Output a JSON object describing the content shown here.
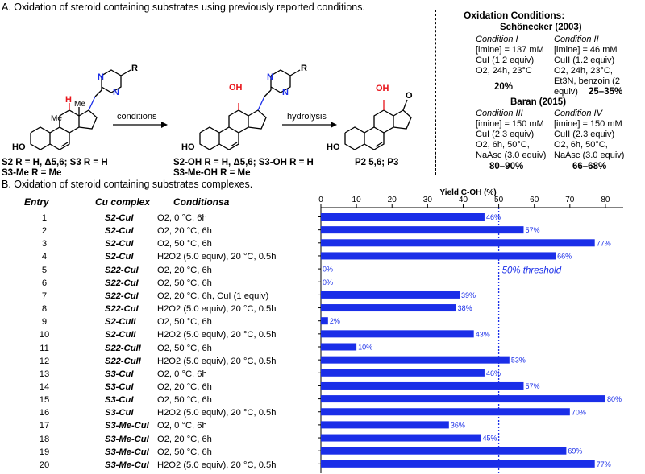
{
  "section_a": {
    "title": "A. Oxidation of steroid containing substrates using previously reported conditions.",
    "arrow1_label": "conditions",
    "arrow2_label": "hydrolysis",
    "substituent_r": "R",
    "atom_n": "N",
    "atom_h": "H",
    "atom_oh": "OH",
    "atom_o": "O",
    "atom_ho": "HO",
    "atom_me": "Me",
    "start_label_line1": "S2 R = H, Δ5,6; S3 R = H",
    "start_label_line2": "S3-Me R = Me",
    "mid_label_line1": "S2-OH R = H, Δ5,6; S3-OH R = H",
    "mid_label_line2": "S3-Me-OH R = Me",
    "product_label": "P2 5,6; P3"
  },
  "conditions_panel": {
    "header": "Oxidation Conditions:",
    "ref1": "Schönecker (2003)",
    "ref2": "Baran (2015)",
    "c1": {
      "title": "Condition I",
      "lines": [
        "[imine] = 137 mM",
        "CuI (1.2 equiv)",
        "O2, 24h, 23°C"
      ],
      "result": "20%"
    },
    "c2": {
      "title": "Condition II",
      "lines": [
        "[imine] = 46 mM",
        "CuII (1.2 equiv)",
        "O2, 24h, 23°C,",
        "Et3N, benzoin (2 equiv)"
      ],
      "result": "25–35%"
    },
    "c3": {
      "title": "Condition III",
      "lines": [
        "[imine] = 150 mM",
        "CuI (2.3 equiv)",
        "O2, 6h, 50°C,",
        "NaAsc (3.0 equiv)"
      ],
      "result": "80–90%"
    },
    "c4": {
      "title": "Condition IV",
      "lines": [
        "[imine] = 150 mM",
        "CuII (2.3 equiv)",
        "O2, 6h, 50°C,",
        "NaAsc (3.0 equiv)"
      ],
      "result": "66–68%"
    }
  },
  "section_b": {
    "title": "B. Oxidation of steroid containing substrates complexes.",
    "headers": {
      "entry": "Entry",
      "cu": "Cu complex",
      "conditions": "Conditionsa"
    },
    "rows": [
      {
        "entry": "1",
        "cu": "S2-CuI",
        "cond": "O2, 0 °C, 6h"
      },
      {
        "entry": "2",
        "cu": "S2-CuI",
        "cond": "O2, 20 °C, 6h"
      },
      {
        "entry": "3",
        "cu": "S2-CuI",
        "cond": "O2, 50 °C, 6h"
      },
      {
        "entry": "4",
        "cu": "S2-CuI",
        "cond": "H2O2 (5.0 equiv), 20 °C, 0.5h"
      },
      {
        "entry": "5",
        "cu": "S22-CuI",
        "cond": "O2, 20 °C, 6h"
      },
      {
        "entry": "6",
        "cu": "S22-CuI",
        "cond": "O2, 50 °C, 6h"
      },
      {
        "entry": "7",
        "cu": "S22-CuI",
        "cond": "O2, 20 °C, 6h, CuI (1 equiv)"
      },
      {
        "entry": "8",
        "cu": "S22-CuI",
        "cond": "H2O2 (5.0 equiv), 20 °C, 0.5h"
      },
      {
        "entry": "9",
        "cu": "S2-CuII",
        "cond": "O2, 50 °C, 6h"
      },
      {
        "entry": "10",
        "cu": "S2-CuII",
        "cond": "H2O2 (5.0 equiv), 20 °C, 0.5h"
      },
      {
        "entry": "11",
        "cu": "S22-CuII",
        "cond": "O2, 50 °C, 6h"
      },
      {
        "entry": "12",
        "cu": "S22-CuII",
        "cond": "H2O2 (5.0 equiv), 20 °C, 0.5h"
      },
      {
        "entry": "13",
        "cu": "S3-CuI",
        "cond": "O2, 0 °C, 6h"
      },
      {
        "entry": "14",
        "cu": "S3-CuI",
        "cond": "O2, 20 °C, 6h"
      },
      {
        "entry": "15",
        "cu": "S3-CuI",
        "cond": "O2, 50 °C, 6h"
      },
      {
        "entry": "16",
        "cu": "S3-CuI",
        "cond": "H2O2 (5.0 equiv), 20 °C, 0.5h"
      },
      {
        "entry": "17",
        "cu": "S3-Me-CuI",
        "cond": "O2, 0 °C, 6h"
      },
      {
        "entry": "18",
        "cu": "S3-Me-CuI",
        "cond": "O2, 20 °C, 6h"
      },
      {
        "entry": "19",
        "cu": "S3-Me-CuI",
        "cond": "O2, 50 °C, 6h"
      },
      {
        "entry": "20",
        "cu": "S3-Me-CuI",
        "cond": "H2O2 (5.0 equiv), 20 °C, 0.5h"
      }
    ]
  },
  "chart_data": {
    "type": "bar",
    "orientation": "horizontal",
    "title": "Yield C-OH (%)",
    "categories": [
      "1",
      "2",
      "3",
      "4",
      "5",
      "6",
      "7",
      "8",
      "9",
      "10",
      "11",
      "12",
      "13",
      "14",
      "15",
      "16",
      "17",
      "18",
      "19",
      "20"
    ],
    "values": [
      46,
      57,
      77,
      66,
      0,
      0,
      39,
      38,
      2,
      43,
      10,
      53,
      46,
      57,
      80,
      70,
      36,
      45,
      69,
      77
    ],
    "value_labels": [
      "46%",
      "57%",
      "77%",
      "66%",
      "0%",
      "0%",
      "39%",
      "38%",
      "2%",
      "43%",
      "10%",
      "53%",
      "46%",
      "57%",
      "80%",
      "70%",
      "36%",
      "45%",
      "69%",
      "77%"
    ],
    "xlim": [
      0,
      85
    ],
    "xticks": [
      0,
      10,
      20,
      30,
      40,
      50,
      60,
      70,
      80
    ],
    "threshold": 50,
    "threshold_label": "50% threshold",
    "bar_color": "#1a2ee8",
    "threshold_color": "#1a2ee8",
    "label_color": "#1a2ee8",
    "axis_position": "top",
    "grid": false
  }
}
